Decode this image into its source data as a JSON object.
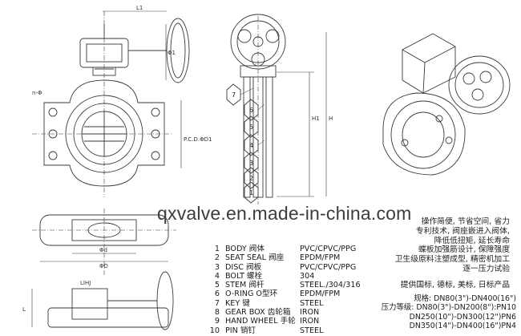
{
  "watermark": "qxvalve.en.made-in-china.com",
  "dimension_labels": {
    "l1": "L1",
    "d1": "Φ1",
    "pcd": "P.C.D.ΦD1",
    "n_phi": "n-Φ",
    "h": "H",
    "h1": "H1",
    "phi_d": "Φd",
    "phi_D": "ΦD",
    "l": "L",
    "side_mark": "LIHJ"
  },
  "callouts": [
    "1",
    "2",
    "3",
    "4",
    "5",
    "6",
    "7"
  ],
  "parts": [
    {
      "no": "1",
      "name": "BODY 阀体",
      "material": "PVC/CPVC/PPG"
    },
    {
      "no": "2",
      "name": "SEAT SEAL 阀座",
      "material": "EPDM/FPM"
    },
    {
      "no": "3",
      "name": "DISC 阀板",
      "material": "PVC/CPVC/PPG"
    },
    {
      "no": "4",
      "name": "BOLT 螺栓",
      "material": "304"
    },
    {
      "no": "5",
      "name": "STEM 阀杆",
      "material": "STEEL./304/316"
    },
    {
      "no": "6",
      "name": "O-RING O型环",
      "material": "EPDM/FPM"
    },
    {
      "no": "7",
      "name": "KEY 键",
      "material": "STEEL"
    },
    {
      "no": "8",
      "name": "GEAR BOX 齿轮箱",
      "material": "IRON"
    },
    {
      "no": "9",
      "name": "HAND WHEEL 手轮",
      "material": "IRON"
    },
    {
      "no": "10",
      "name": "PIN 销钉",
      "material": "STEEL"
    }
  ],
  "features": [
    "操作简便, 节省空间, 省力",
    "专利技术, 阀座嵌进入阀体,",
    "降低低扭矩, 延长寿命",
    "蝶板加强筋设计, 保障强度",
    "卫生级原料注塑成型, 精密机加工",
    "逐一压力试验"
  ],
  "standards": "提供国标, 德标, 美标, 日标产品",
  "spec": {
    "spec_label": "规格: DN80(3\")-DN400(16\")",
    "pressure": "压力等级: DN80(3\")-DN200(8\"):PN10",
    "p2": "DN250(10\")-DN300(12\")PN6",
    "p3": "DN350(14\")-DN400(16\")PN4"
  }
}
